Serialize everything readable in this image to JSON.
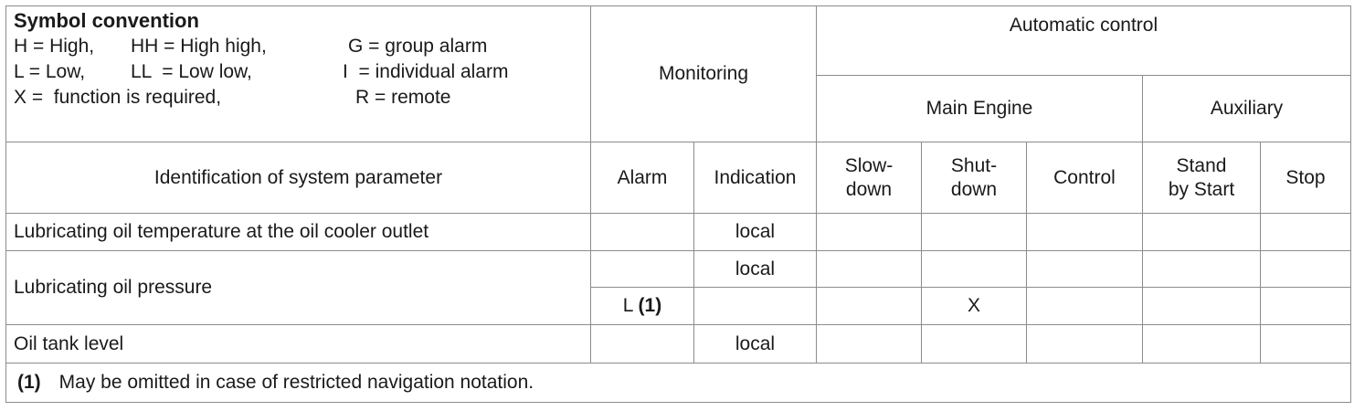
{
  "legend": {
    "title": "Symbol convention",
    "row1": [
      "H = High,",
      "HH = High high,",
      "G = group alarm"
    ],
    "row2": [
      "L = Low,",
      "LL  = Low low,",
      "I  = individual alarm"
    ],
    "row3": [
      "X =  function is required,",
      "R = remote"
    ]
  },
  "headers": {
    "monitoring": "Monitoring",
    "automatic_control": "Automatic control",
    "main_engine": "Main Engine",
    "auxiliary": "Auxiliary",
    "identification": "Identification of system parameter",
    "alarm": "Alarm",
    "indication": "Indication",
    "slowdown_1": "Slow-",
    "slowdown_2": "down",
    "shutdown_1": "Shut-",
    "shutdown_2": "down",
    "control": "Control",
    "standby_1": "Stand",
    "standby_2": "by Start",
    "stop": "Stop"
  },
  "rows": [
    {
      "parameter": "Lubricating oil temperature at the oil cooler outlet",
      "indication": "local"
    },
    {
      "parameter": "Lubricating oil pressure",
      "indication": "local",
      "alarm_letter": "L",
      "alarm_ref": "(1)",
      "shutdown": "X"
    },
    {
      "parameter": "Oil tank level",
      "indication": "local"
    }
  ],
  "footnote": {
    "number": "(1)",
    "text": "May be omitted in case of restricted navigation notation."
  }
}
